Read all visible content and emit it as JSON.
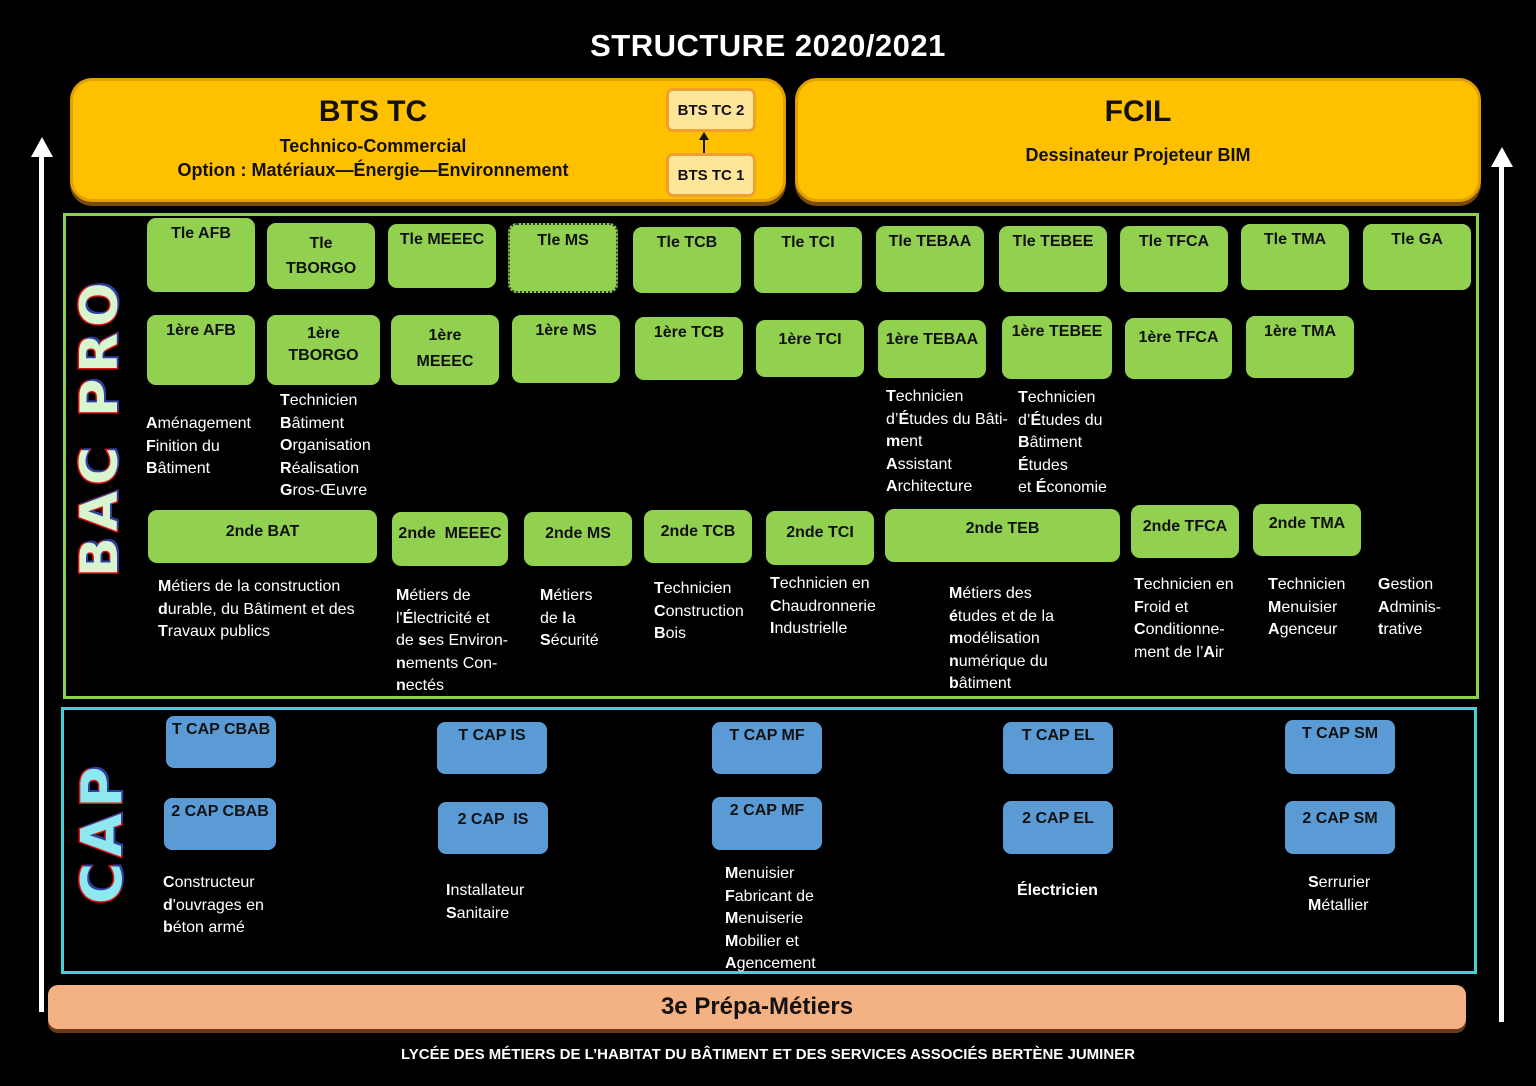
{
  "title": "STRUCTURE 2020/2021",
  "bts": {
    "name": "BTS TC",
    "subtitle": "Technico-Commercial",
    "option": "Option : Matériaux—Énergie—Environnement",
    "year2": "BTS TC 2",
    "year1": "BTS TC 1"
  },
  "fcil": {
    "name": "FCIL",
    "subtitle": "Dessinateur Projeteur BIM"
  },
  "bac_pro": {
    "label": "BAC PRO",
    "terminale": [
      "Tle AFB",
      "Tle TBORGO",
      "Tle MEEEC",
      "Tle MS",
      "Tle TCB",
      "Tle TCI",
      "Tle TEBAA",
      "Tle TEBEE",
      "Tle TFCA",
      "Tle TMA",
      "Tle GA"
    ],
    "premiere": [
      "1ère AFB",
      "1ère TBORGO",
      "1ère MEEEC",
      "1ère MS",
      "1ère  TCB",
      "1ère TCI",
      "1ère TEBAA",
      "1ère TEBEE",
      "1ère TFCA",
      "1ère TMA"
    ],
    "premiere_desc": {
      "afb": [
        "Aménagement",
        "Finition du",
        "Bâtiment"
      ],
      "tborgo": [
        "Technicien",
        "Bâtiment",
        "Organisation",
        "Réalisation",
        "Gros-Œuvre"
      ],
      "tebaa": [
        "Technicien",
        "d’Études du Bâti-",
        "ment",
        "Assistant",
        "Architecture"
      ],
      "tebee": [
        "Technicien",
        "d’Études du",
        "Bâtiment",
        "Études",
        "et Économie"
      ]
    },
    "seconde": [
      "2nde BAT",
      "2nde  MEEEC",
      "2nde MS",
      "2nde TCB",
      "2nde TCI",
      "2nde TEB",
      "2nde TFCA",
      "2nde TMA"
    ],
    "seconde_desc": {
      "bat": [
        "Métiers de la construction",
        "durable, du Bâtiment et des",
        "Travaux publics"
      ],
      "meeec": [
        "Métiers de",
        "l'Électricité et",
        "de ses Environ-",
        "nements Con-",
        "nectés"
      ],
      "ms": [
        "Métiers",
        "de la",
        "Sécurité"
      ],
      "tcb": [
        "Technicien",
        "Construction",
        "Bois"
      ],
      "tci": [
        "Technicien en",
        "Chaudronnerie",
        "Industrielle"
      ],
      "teb": [
        "Métiers des",
        "études et de la",
        "modélisation",
        "numérique du",
        "bâtiment"
      ],
      "tfca": [
        "Technicien en",
        "Froid et",
        "Conditionne-",
        "ment de l’Air"
      ],
      "tma": [
        "Technicien",
        "Menuisier",
        "Agenceur"
      ],
      "ga": [
        "Gestion",
        "Adminis-",
        "trative"
      ]
    }
  },
  "cap": {
    "label": "CAP",
    "programs": [
      {
        "t": "T CAP CBAB",
        "y2": "2 CAP CBAB",
        "desc": [
          "Constructeur",
          "d'ouvrages en",
          "béton armé"
        ]
      },
      {
        "t": "T CAP IS",
        "y2": "2 CAP  IS",
        "desc": [
          "Installateur",
          "Sanitaire"
        ]
      },
      {
        "t": "T CAP MF",
        "y2": "2 CAP MF",
        "desc": [
          "Menuisier",
          "Fabricant de",
          "Menuiserie",
          "Mobilier et",
          "Agencement"
        ]
      },
      {
        "t": "T CAP EL",
        "y2": "2 CAP EL",
        "desc": [
          "Électricien"
        ]
      },
      {
        "t": "T CAP SM",
        "y2": "2 CAP SM",
        "desc": [
          "Serrurier",
          "Métallier"
        ]
      }
    ]
  },
  "prepa": "3e Prépa-Métiers",
  "footer": "LYCÉE DES MÉTIERS DE L’HABITAT DU BÂTIMENT ET DES SERVICES ASSOCIÉS BERTÈNE JUMINER",
  "colors": {
    "bts": "#ffc000",
    "bacpro": "#92d050",
    "cap": "#5b9bd5",
    "prepa": "#f4b183",
    "cap_frame": "#3fd3d8"
  }
}
